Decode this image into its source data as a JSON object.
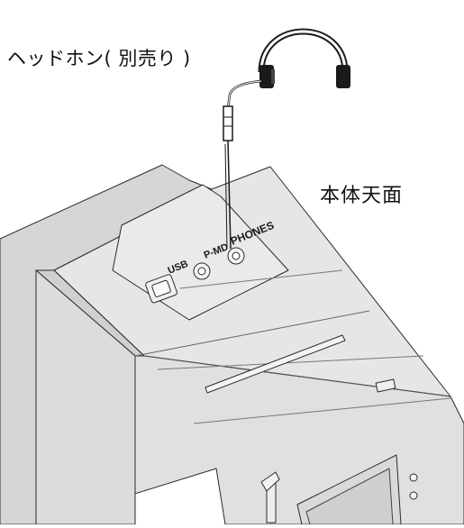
{
  "labels": {
    "headphones": "ヘッドホン( 別売り )",
    "top_surface": "本体天面"
  },
  "jacks": {
    "usb": "USB",
    "pmd": "P-MD",
    "phones": "PHONES"
  },
  "colors": {
    "body_fill": "#e2e2e2",
    "body_light": "#ececec",
    "body_dark": "#c9c9c9",
    "ink": "#1a1a1a"
  }
}
